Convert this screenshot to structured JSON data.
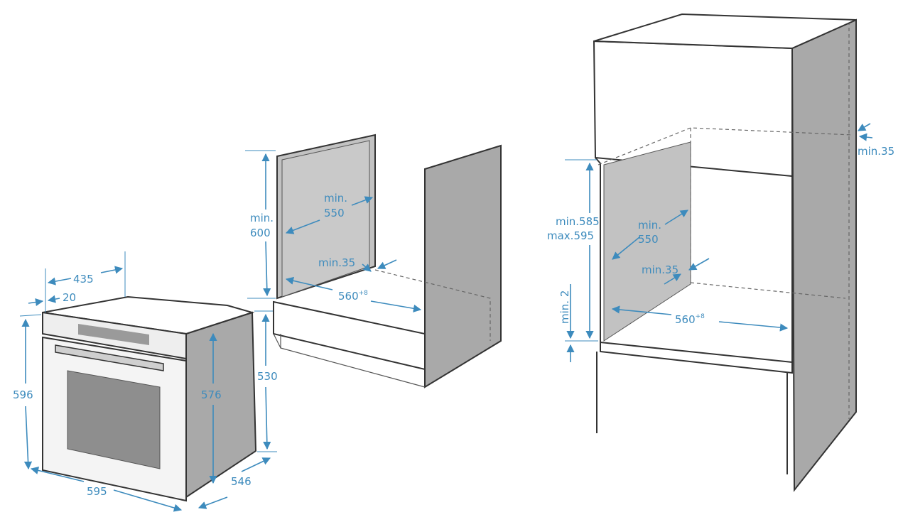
{
  "colors": {
    "dimension": "#3d8bbd",
    "outline": "#333333",
    "side_panel": "#a9a9a9",
    "inner_panel": "#c2c2c2",
    "oven_front": "#f4f4f4",
    "oven_window": "#8e8e8e",
    "background": "#ffffff"
  },
  "oven": {
    "dims": {
      "top_depth": "435",
      "top_offset": "20",
      "front_height": "596",
      "inner_height": "576",
      "total_height": "530",
      "width": "595",
      "depth": "546"
    }
  },
  "under_counter": {
    "dims": {
      "min_label": "min.",
      "depth_value": "550",
      "height_min_label": "min.",
      "height_value": "600",
      "gap": "min.35",
      "width": "560",
      "width_tolerance": "+8"
    }
  },
  "tall_cabinet": {
    "dims": {
      "top_gap": "min.35",
      "height_min": "min.585",
      "height_max": "max.595",
      "min_label": "min.",
      "depth_value": "550",
      "gap": "min.35",
      "bottom_gap": "min. 2",
      "width": "560",
      "width_tolerance": "+8"
    }
  }
}
